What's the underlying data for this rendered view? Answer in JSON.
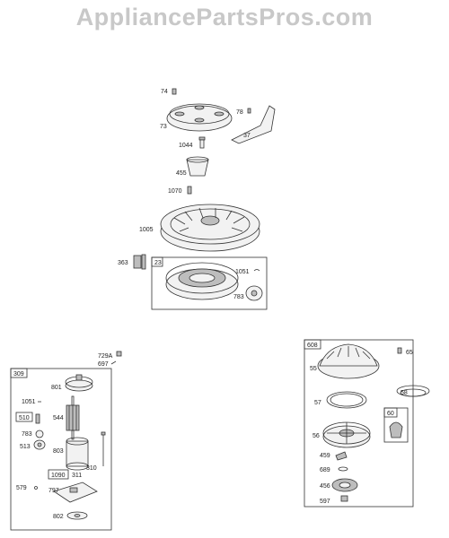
{
  "site": {
    "title": "AppliancePartsPros.com"
  },
  "callouts": {
    "p74": "74",
    "p73": "73",
    "p78": "78",
    "p37": "37",
    "p1044": "1044",
    "p455": "455",
    "p1070": "1070",
    "p1005": "1005",
    "p363": "363",
    "p23": "23",
    "p1051a": "1051",
    "p783a": "783",
    "p729A": "729A",
    "p697": "697",
    "p309": "309",
    "p801": "801",
    "p1051b": "1051",
    "p544": "544",
    "p510": "510",
    "p783b": "783",
    "p513": "513",
    "p803": "803",
    "p310": "310",
    "p1090": "1090",
    "p311": "311",
    "p579": "579",
    "p797": "797",
    "p802": "802",
    "p608": "608",
    "p65": "65",
    "p55": "55",
    "p58": "58",
    "p57": "57",
    "p60": "60",
    "p56": "56",
    "p459": "459",
    "p689": "689",
    "p456": "456",
    "p597": "597"
  }
}
